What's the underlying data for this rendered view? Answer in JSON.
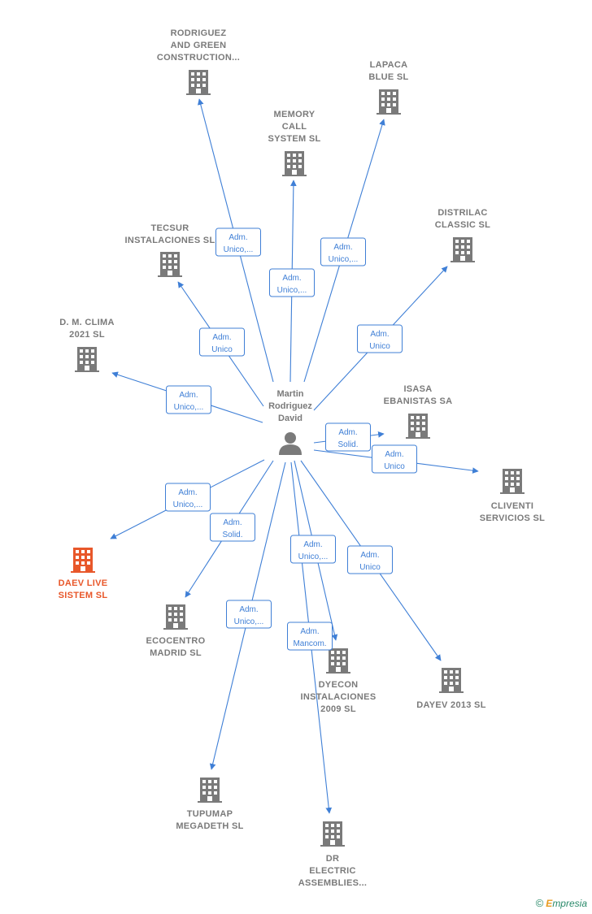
{
  "person": {
    "label_lines": [
      "Martin",
      "Rodriguez",
      "David"
    ],
    "icon": "person-icon"
  },
  "colors": {
    "edge": "#3f7fd6",
    "node": "#7a7a7a",
    "highlight": "#e8572a"
  },
  "nodes": [
    {
      "id": "rodriguez-and-green",
      "label_lines": [
        "RODRIGUEZ",
        "AND GREEN",
        "CONSTRUCTION..."
      ],
      "role_lines": [
        "Adm.",
        "Unico,..."
      ],
      "highlight": false
    },
    {
      "id": "memory-call-system",
      "label_lines": [
        "MEMORY",
        "CALL",
        "SYSTEM  SL"
      ],
      "role_lines": [
        "Adm.",
        "Unico,..."
      ],
      "highlight": false
    },
    {
      "id": "lapaca-blue",
      "label_lines": [
        "LAPACA",
        "BLUE  SL"
      ],
      "role_lines": [
        "Adm.",
        "Unico,..."
      ],
      "highlight": false
    },
    {
      "id": "distrilac-classic",
      "label_lines": [
        "DISTRILAC",
        "CLASSIC  SL"
      ],
      "role_lines": [
        "Adm.",
        "Unico"
      ],
      "highlight": false
    },
    {
      "id": "tecsur-instalaciones",
      "label_lines": [
        "TECSUR",
        "INSTALACIONES SL"
      ],
      "role_lines": [
        "Adm.",
        "Unico"
      ],
      "highlight": false
    },
    {
      "id": "dm-clima-2021",
      "label_lines": [
        "D. M. CLIMA",
        "2021  SL"
      ],
      "role_lines": [
        "Adm.",
        "Unico,..."
      ],
      "highlight": false
    },
    {
      "id": "isasa-ebanistas",
      "label_lines": [
        "ISASA",
        "EBANISTAS SA"
      ],
      "role_lines": [
        "Adm.",
        "Solid."
      ],
      "highlight": false
    },
    {
      "id": "cliventi-servicios",
      "label_lines": [
        "CLIVENTI",
        "SERVICIOS  SL"
      ],
      "role_lines": [
        "Adm.",
        "Unico"
      ],
      "highlight": false
    },
    {
      "id": "daev-live-sistem",
      "label_lines": [
        "DAEV LIVE",
        "SISTEM  SL"
      ],
      "role_lines": [
        "Adm.",
        "Unico,..."
      ],
      "highlight": true
    },
    {
      "id": "ecocentro-madrid",
      "label_lines": [
        "ECOCENTRO",
        "MADRID SL"
      ],
      "role_lines": [
        "Adm.",
        "Solid."
      ],
      "highlight": false
    },
    {
      "id": "dyecon-instalaciones",
      "label_lines": [
        "DYECON",
        "INSTALACIONES",
        "2009 SL"
      ],
      "role_lines": [
        "Adm.",
        "Unico,..."
      ],
      "highlight": false
    },
    {
      "id": "dayev-2013",
      "label_lines": [
        "DAYEV 2013 SL"
      ],
      "role_lines": [
        "Adm.",
        "Unico"
      ],
      "highlight": false
    },
    {
      "id": "tupumap-megadeth",
      "label_lines": [
        "TUPUMAP",
        "MEGADETH  SL"
      ],
      "role_lines": [
        "Adm.",
        "Unico,..."
      ],
      "highlight": false
    },
    {
      "id": "dr-electric-assemblies",
      "label_lines": [
        "DR",
        "ELECTRIC",
        "ASSEMBLIES..."
      ],
      "role_lines": [
        "Adm.",
        "Mancom."
      ],
      "highlight": false
    }
  ],
  "footer": {
    "copyright": "©",
    "brand_first": "E",
    "brand_rest": "mpresia"
  }
}
